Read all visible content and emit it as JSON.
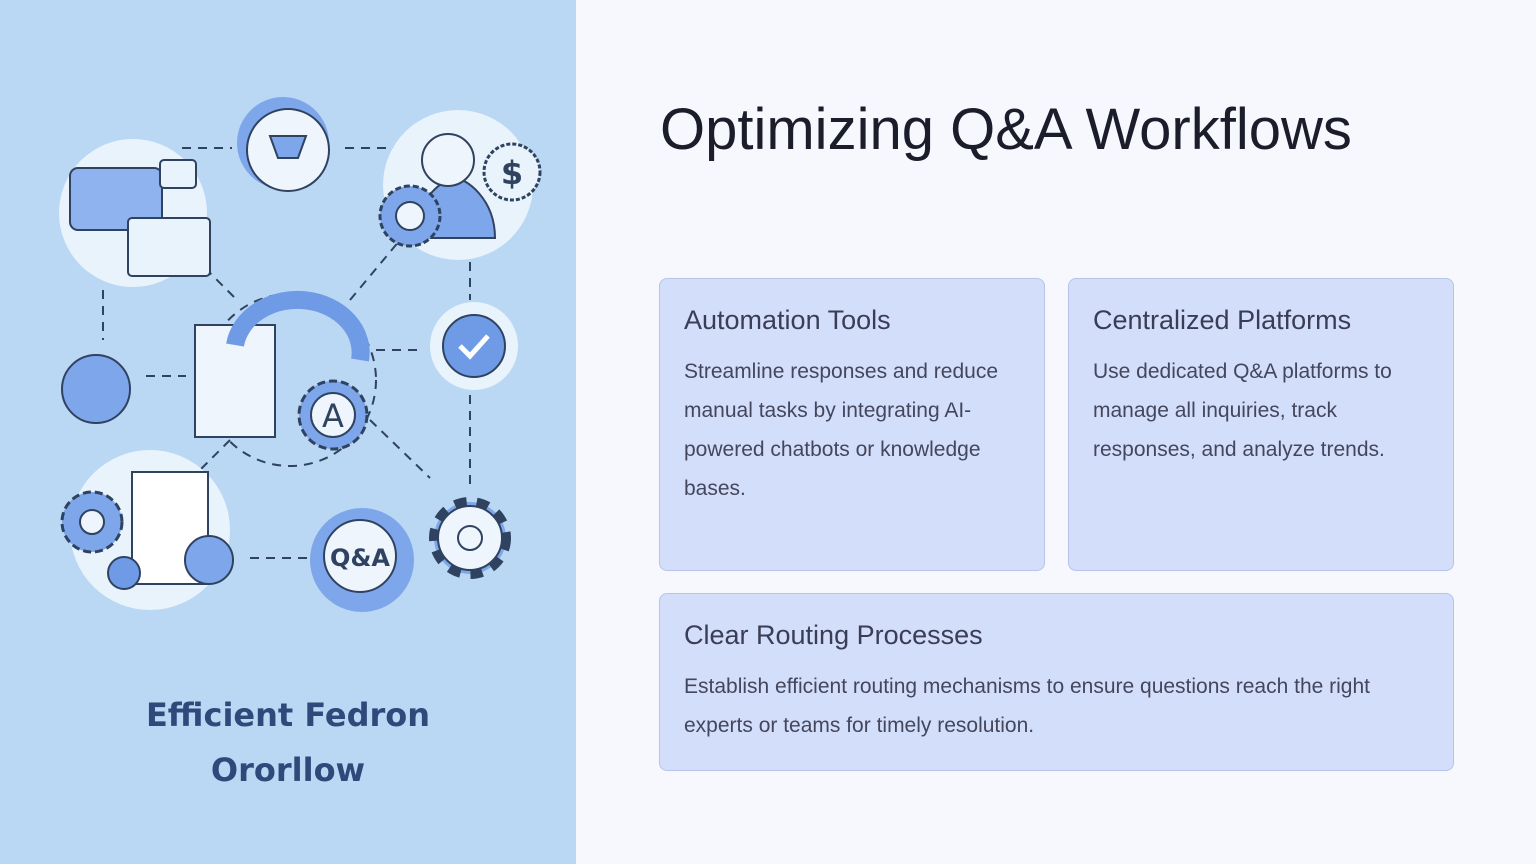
{
  "slide": {
    "title": "Optimizing Q&A Workflows",
    "illustration": {
      "caption_line1": "Efficient Fedron",
      "caption_line2": "Ororllow",
      "labels": [
        "Q&A",
        "$",
        "A"
      ]
    },
    "cards": [
      {
        "title": "Automation Tools",
        "body": "Streamline responses and reduce manual tasks by integrating AI-powered chatbots or knowledge bases."
      },
      {
        "title": "Centralized Platforms",
        "body": "Use dedicated Q&A platforms to manage all inquiries, track responses, and analyze trends."
      },
      {
        "title": "Clear Routing Processes",
        "body": "Establish efficient routing mechanisms to ensure questions reach the right experts or teams for timely resolution."
      }
    ],
    "colors": {
      "panel": "#bad8f4",
      "accent": "#6f9be6",
      "outline": "#2f4360",
      "card": "#d3defa"
    }
  }
}
